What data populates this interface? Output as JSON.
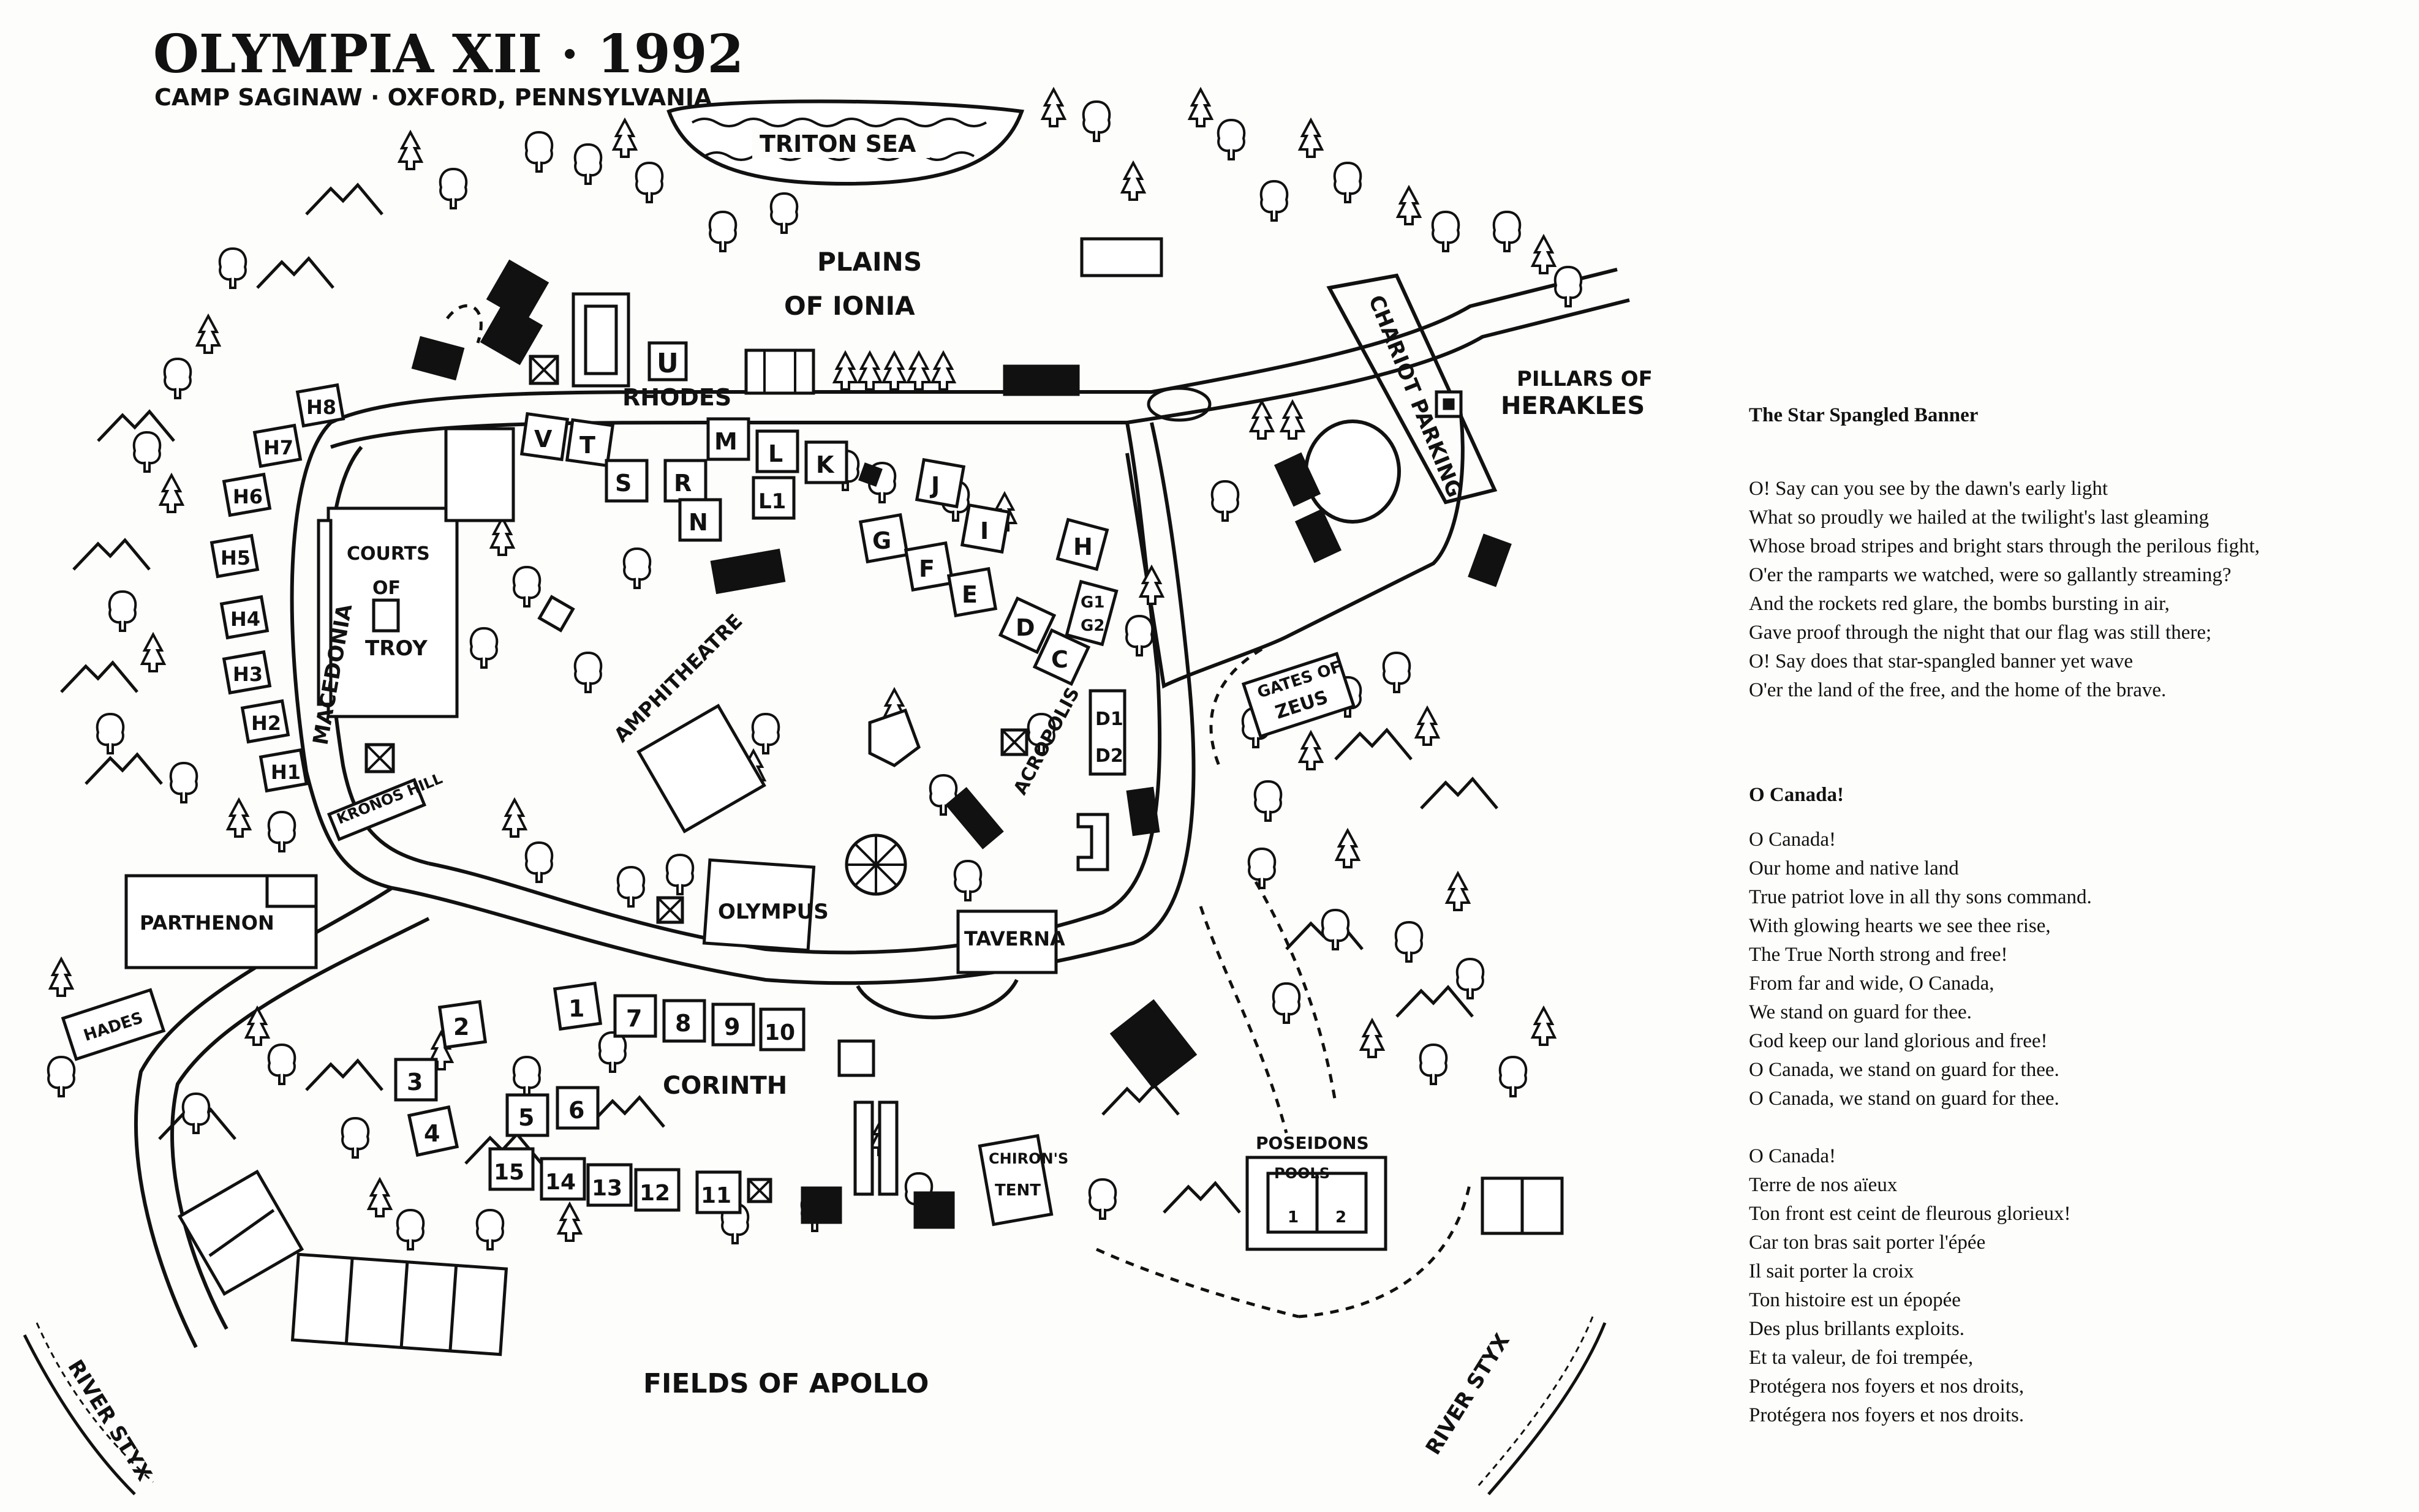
{
  "map": {
    "title": "OLYMPIA XII · 1992",
    "subtitle": "CAMP SAGINAW · OXFORD, PENNSYLVANIA",
    "labels": {
      "triton_sea": "TRITON SEA",
      "plains": "PLAINS",
      "of_ionia": "OF IONIA",
      "rhodes": "RHODES",
      "chariot_parking": "CHARIOT PARKING",
      "pillars_of": "PILLARS OF",
      "herakles": "HERAKLES",
      "courts_of": "COURTS",
      "of": "OF",
      "troy": "TROY",
      "macedonia": "MACEDONIA",
      "amphitheatre": "AMPHITHEATRE",
      "acropolis": "ACROPOLIS",
      "gates_of": "GATES OF",
      "zeus": "ZEUS",
      "kronos_hill": "KRONOS HILL",
      "parthenon": "PARTHENON",
      "hades": "HADES",
      "olympus": "OLYMPUS",
      "taverna": "TAVERNA",
      "corinth": "CORINTH",
      "chiron_s": "CHIRON'S",
      "tent": "TENT",
      "poseidons": "POSEIDONS",
      "pools": "POOLS",
      "fields_of_apollo": "FIELDS OF APOLLO",
      "river_styx_left": "RIVER STYX",
      "river_styx_right": "RIVER STYX"
    },
    "cabins": {
      "h1": "H1",
      "h2": "H2",
      "h3": "H3",
      "h4": "H4",
      "h5": "H5",
      "h6": "H6",
      "h7": "H7",
      "h8": "H8",
      "u": "U",
      "v": "V",
      "t": "T",
      "s": "S",
      "r": "R",
      "n": "N",
      "m": "M",
      "l": "L",
      "l1": "L1",
      "k": "K",
      "j": "J",
      "i": "I",
      "g": "G",
      "f": "F",
      "e": "E",
      "d": "D",
      "c": "C",
      "h": "H",
      "g1": "G1",
      "g2": "G2",
      "d1": "D1",
      "d2": "D2",
      "n1": "1",
      "n2": "2",
      "n3": "3",
      "n4": "4",
      "n5": "5",
      "n6": "6",
      "n7": "7",
      "n8": "8",
      "n9": "9",
      "n10": "10",
      "n11": "11",
      "n12": "12",
      "n13": "13",
      "n14": "14",
      "n15": "15",
      "p1": "1",
      "p2": "2"
    }
  },
  "songs": {
    "anthem_us": {
      "title": "The Star Spangled Banner",
      "lines": [
        "O! Say can you see by the dawn's early light",
        "What so proudly we hailed at the twilight's last gleaming",
        "Whose broad stripes and bright stars through the perilous fight,",
        "O'er the ramparts we watched, were so gallantly streaming?",
        "And the rockets red glare, the bombs bursting in air,",
        "Gave proof through the night that our flag was still there;",
        "O! Say does that star-spangled banner yet wave",
        "O'er the land of the free, and the home of the brave."
      ]
    },
    "anthem_ca": {
      "title": "O Canada!",
      "english": [
        "O Canada!",
        "Our home and native land",
        "True patriot love in all thy sons command.",
        "With glowing hearts we see thee rise,",
        "The True North strong and free!",
        "From far and wide, O Canada,",
        "We stand on guard for thee.",
        "God keep our land glorious and free!",
        "O Canada, we stand on guard for thee.",
        "O Canada, we stand on guard for thee."
      ],
      "french": [
        "O Canada!",
        "Terre de nos aïeux",
        "Ton front est ceint de fleurous glorieux!",
        "Car ton bras sait porter l'épée",
        "Il sait porter la croix",
        "Ton histoire est un épopée",
        "Des plus brillants exploits.",
        "Et ta valeur, de foi trempée,",
        "Protégera nos foyers et nos droits,",
        "Protégera nos foyers et nos droits."
      ]
    }
  }
}
